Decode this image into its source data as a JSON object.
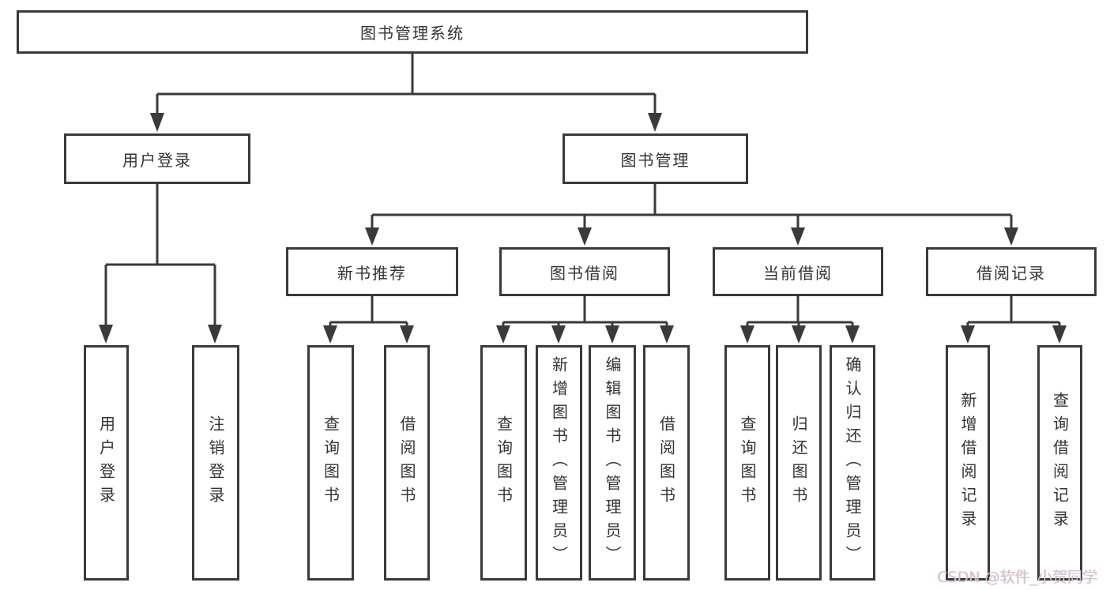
{
  "diagram": {
    "type": "hierarchy-tree",
    "title": "图书管理系统",
    "root": {
      "label": "图书管理系统",
      "children": [
        {
          "label": "用户登录",
          "children": [
            {
              "label": "用户登录"
            },
            {
              "label": "注销登录"
            }
          ]
        },
        {
          "label": "图书管理",
          "children": [
            {
              "label": "新书推荐",
              "children": [
                {
                  "label": "查询图书"
                },
                {
                  "label": "借阅图书"
                }
              ]
            },
            {
              "label": "图书借阅",
              "children": [
                {
                  "label": "查询图书"
                },
                {
                  "label": "新增图书（管理员）"
                },
                {
                  "label": "编辑图书（管理员）"
                },
                {
                  "label": "借阅图书"
                }
              ]
            },
            {
              "label": "当前借阅",
              "children": [
                {
                  "label": "查询图书"
                },
                {
                  "label": "归还图书"
                },
                {
                  "label": "确认归还（管理员）"
                }
              ]
            },
            {
              "label": "借阅记录",
              "children": [
                {
                  "label": "新增借阅记录"
                },
                {
                  "label": "查询借阅记录"
                }
              ]
            }
          ]
        }
      ]
    }
  },
  "nodes": {
    "root": "图书管理系统",
    "user_login": "用户登录",
    "book_mgmt": "图书管理",
    "new_book_rec": "新书推荐",
    "book_borrow": "图书借阅",
    "current_borrow": "当前借阅",
    "borrow_records": "借阅记录",
    "ul_user_login": "用户登录",
    "ul_logout": "注销登录",
    "nb_query_book": "查询图书",
    "nb_borrow_book": "借阅图书",
    "bb_query_book": "查询图书",
    "bb_add_book": "新增图书（管理员）",
    "bb_edit_book": "编辑图书（管理员）",
    "bb_borrow_book": "借阅图书",
    "cb_query_book": "查询图书",
    "cb_return_book": "归还图书",
    "cb_confirm_return": "确认归还（管理员）",
    "br_add_record": "新增借阅记录",
    "br_query_record": "查询借阅记录"
  },
  "watermark": {
    "text": "CSDN @软件_小贺同学"
  },
  "colors": {
    "line": "#3a3a3a",
    "text": "#333333",
    "background": "#ffffff",
    "watermark": "#cbc9d4"
  }
}
